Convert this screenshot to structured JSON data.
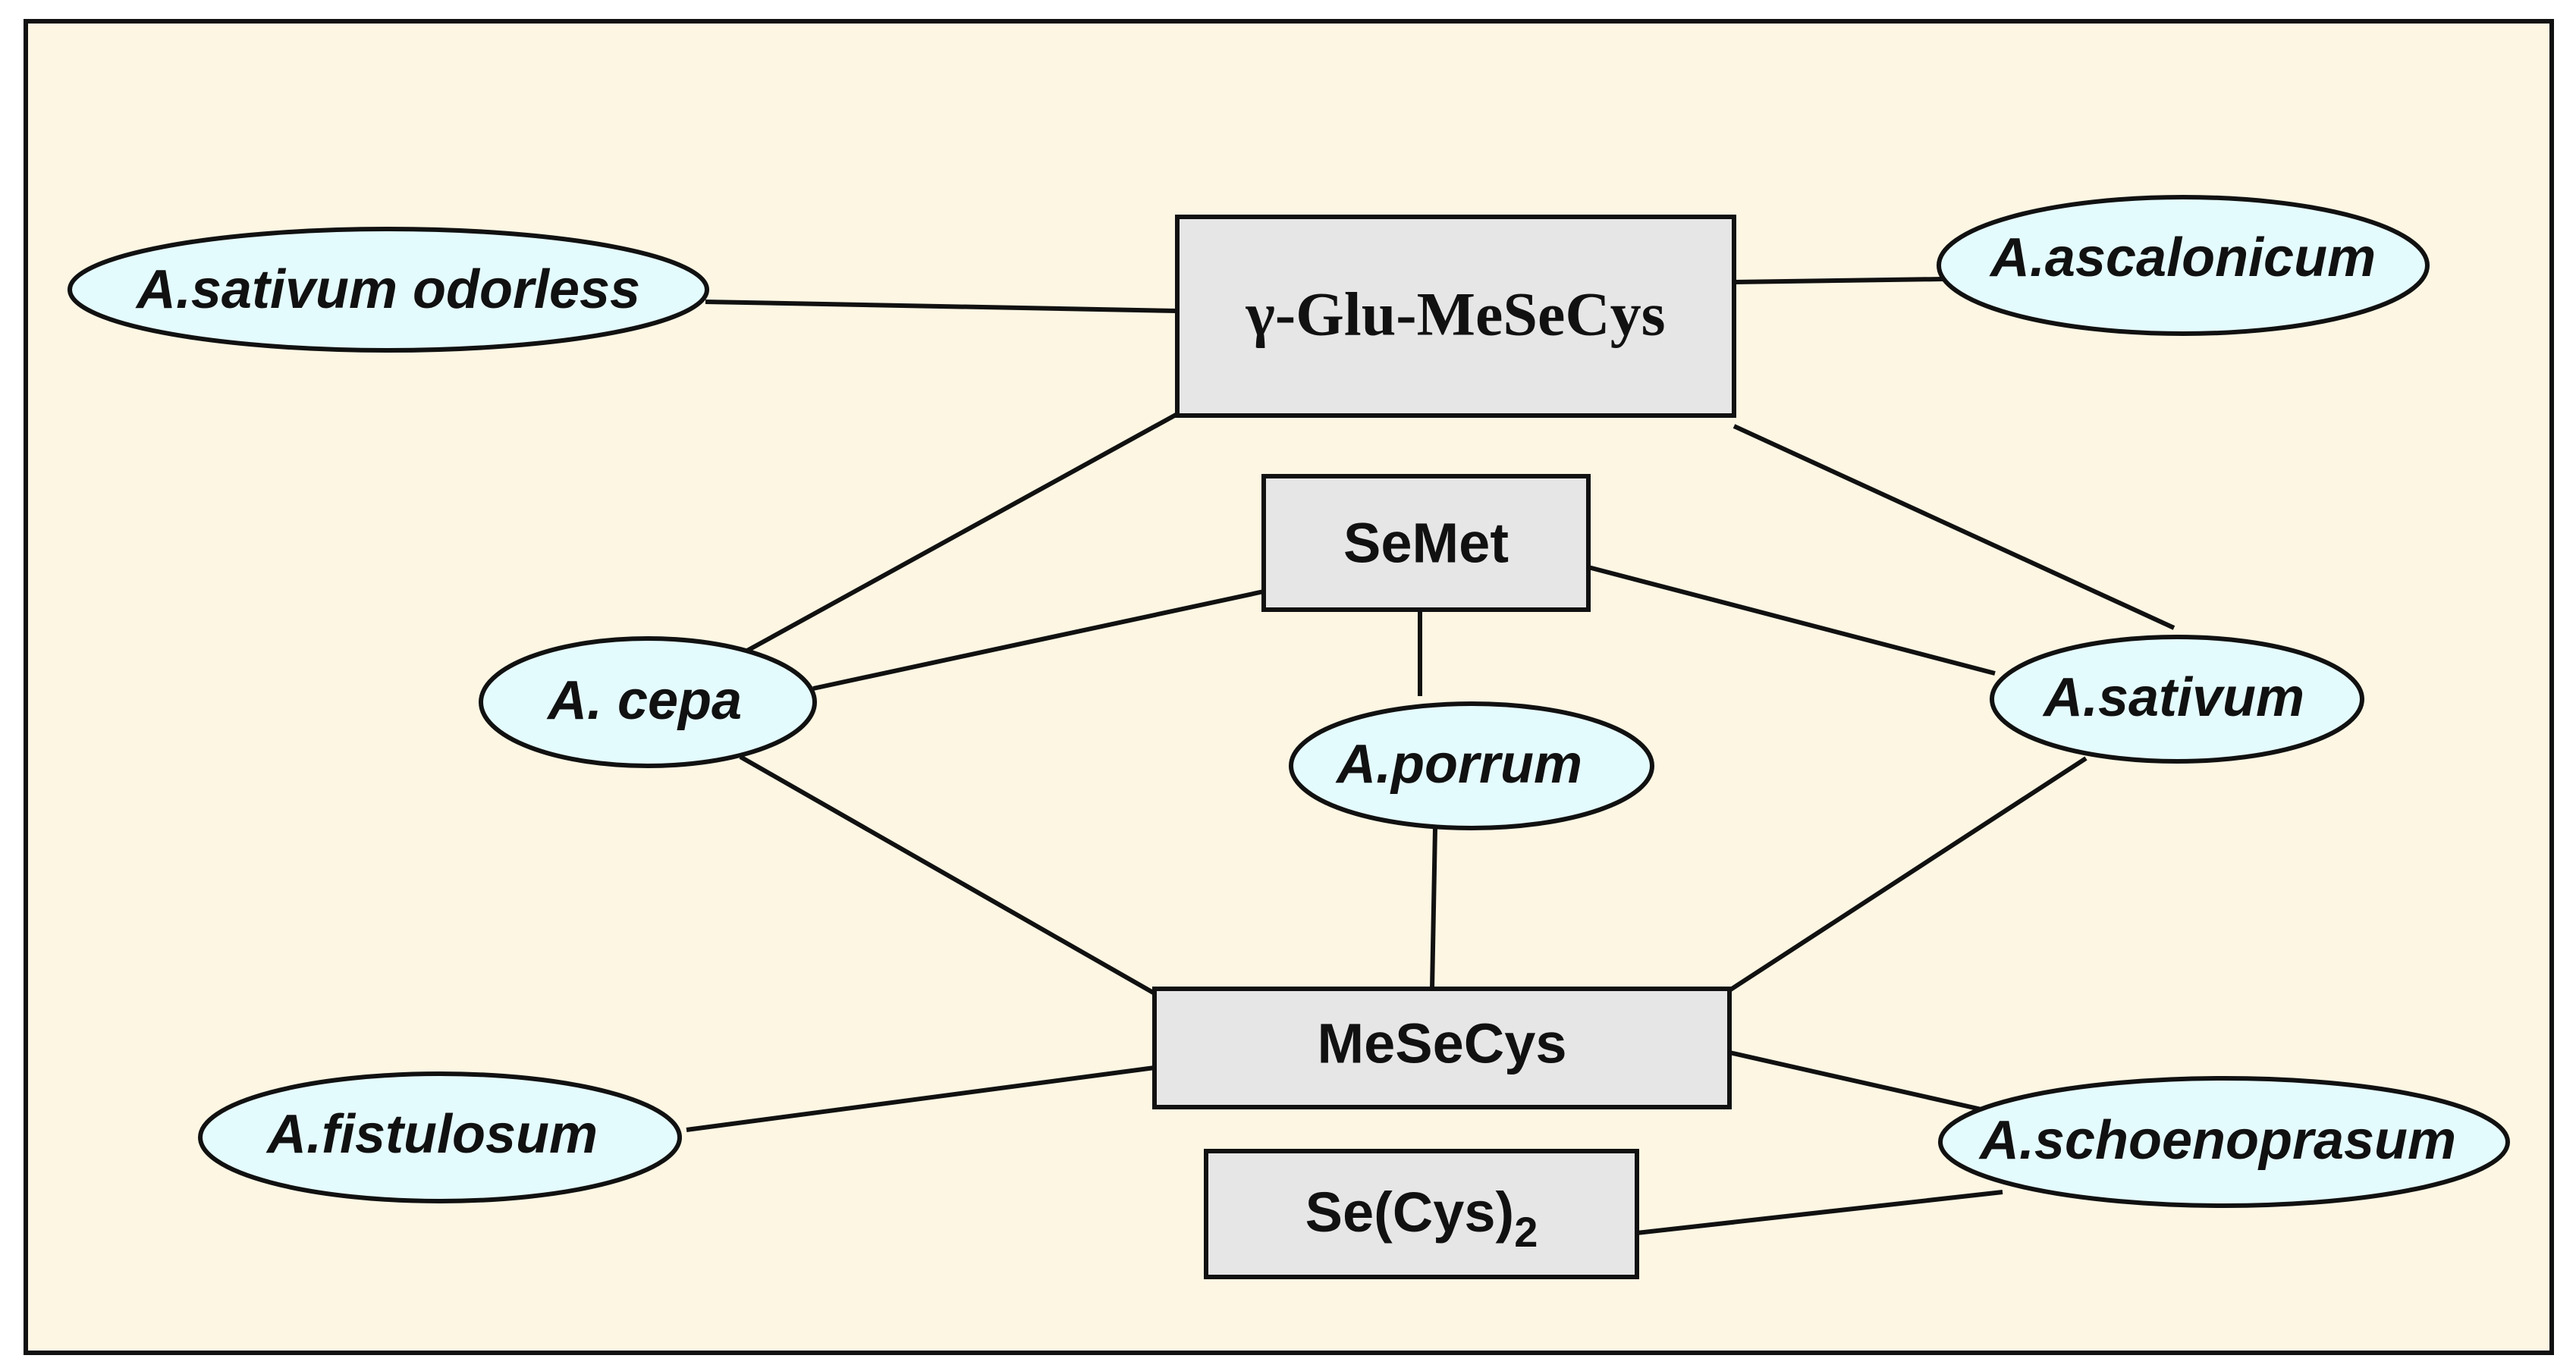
{
  "colors": {
    "background": "#fdf6e3",
    "frame": "#111111",
    "compound_fill": "#e6e6e6",
    "species_fill": "#e4fbfe",
    "edge": "#111111"
  },
  "compounds": {
    "gglu": {
      "label": "γ-Glu-MeSeCys"
    },
    "semet": {
      "label": "SeMet"
    },
    "mesecys": {
      "label": "MeSeCys"
    },
    "secys2": {
      "label": "Se(Cys)",
      "subscript": "2"
    }
  },
  "species": {
    "sativum_odorless": {
      "label": "A.sativum odorless"
    },
    "ascalonicum": {
      "label": "A.ascalonicum"
    },
    "cepa": {
      "label": "A. cepa"
    },
    "sativum": {
      "label": "A.sativum"
    },
    "porrum": {
      "label": "A.porrum"
    },
    "fistulosum": {
      "label": "A.fistulosum"
    },
    "schoenoprasum": {
      "label": "A.schoenoprasum"
    }
  },
  "edges": [
    {
      "from": "sativum_odorless",
      "to": "gglu"
    },
    {
      "from": "gglu",
      "to": "ascalonicum"
    },
    {
      "from": "gglu",
      "to": "cepa"
    },
    {
      "from": "gglu",
      "to": "sativum"
    },
    {
      "from": "semet",
      "to": "cepa"
    },
    {
      "from": "semet",
      "to": "sativum"
    },
    {
      "from": "semet",
      "to": "porrum"
    },
    {
      "from": "cepa",
      "to": "mesecys"
    },
    {
      "from": "porrum",
      "to": "mesecys"
    },
    {
      "from": "sativum",
      "to": "mesecys"
    },
    {
      "from": "fistulosum",
      "to": "mesecys"
    },
    {
      "from": "mesecys",
      "to": "schoenoprasum"
    },
    {
      "from": "secys2",
      "to": "schoenoprasum"
    }
  ]
}
